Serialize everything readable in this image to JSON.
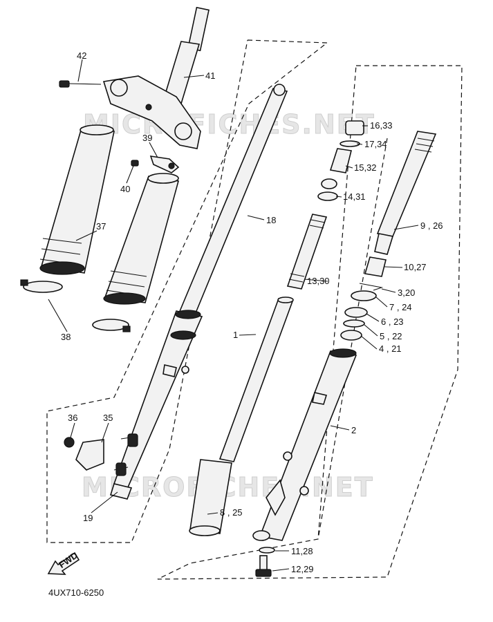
{
  "diagram": {
    "code": "4UX710-6250",
    "watermark": "MICROFICHES.NET",
    "arrow_label": "FWD",
    "labels": {
      "p42": "42",
      "p41": "41",
      "p39": "39",
      "p40": "40",
      "p37": "37",
      "p38": "38",
      "p36": "36",
      "p35": "35",
      "p19": "19",
      "p18": "18",
      "p1": "1",
      "p8_25": "8 , 25",
      "p2": "2",
      "p16_33": "16,33",
      "p17_34": "17,34",
      "p15_32": "15,32",
      "p14_31": "14,31",
      "p13_30": "13,30",
      "p9_26": "9 , 26",
      "p10_27": "10,27",
      "p3_20": "3,20",
      "p7_24": "7 , 24",
      "p6_23": "6 , 23",
      "p5_22": "5 , 22",
      "p4_21": "4 , 21",
      "p11_28": "11,28",
      "p12_29": "12,29"
    }
  }
}
